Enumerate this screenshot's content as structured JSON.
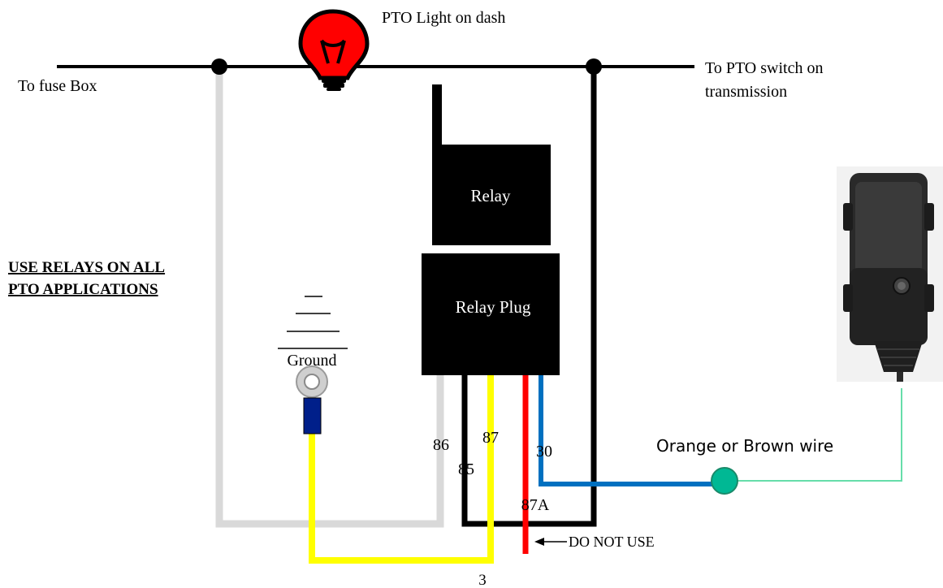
{
  "labels": {
    "pto_light": "PTO Light on dash",
    "fuse_box": "To fuse Box",
    "pto_switch_line1": "To PTO switch on",
    "pto_switch_line2": "transmission",
    "relay": "Relay",
    "relay_plug": "Relay Plug",
    "use_relays_line1": "USE RELAYS ON ALL",
    "use_relays_line2": "PTO APPLICATIONS",
    "ground": "Ground",
    "orange_brown_wire": "Orange or Brown wire",
    "do_not_use": "DO NOT USE"
  },
  "pins": {
    "p86": "86",
    "p85": "85",
    "p87": "87",
    "p30": "30",
    "p87a": "87A",
    "p3": "3"
  },
  "colors": {
    "wire_black": "#000000",
    "wire_gray": "#d9d9d9",
    "wire_yellow": "#ffff00",
    "wire_red": "#ff0000",
    "wire_blue": "#0070c0",
    "wire_green": "#66ddaa",
    "bulb_red": "#ff0000",
    "terminal_blue": "#001f8a",
    "node_green": "#00b894"
  }
}
